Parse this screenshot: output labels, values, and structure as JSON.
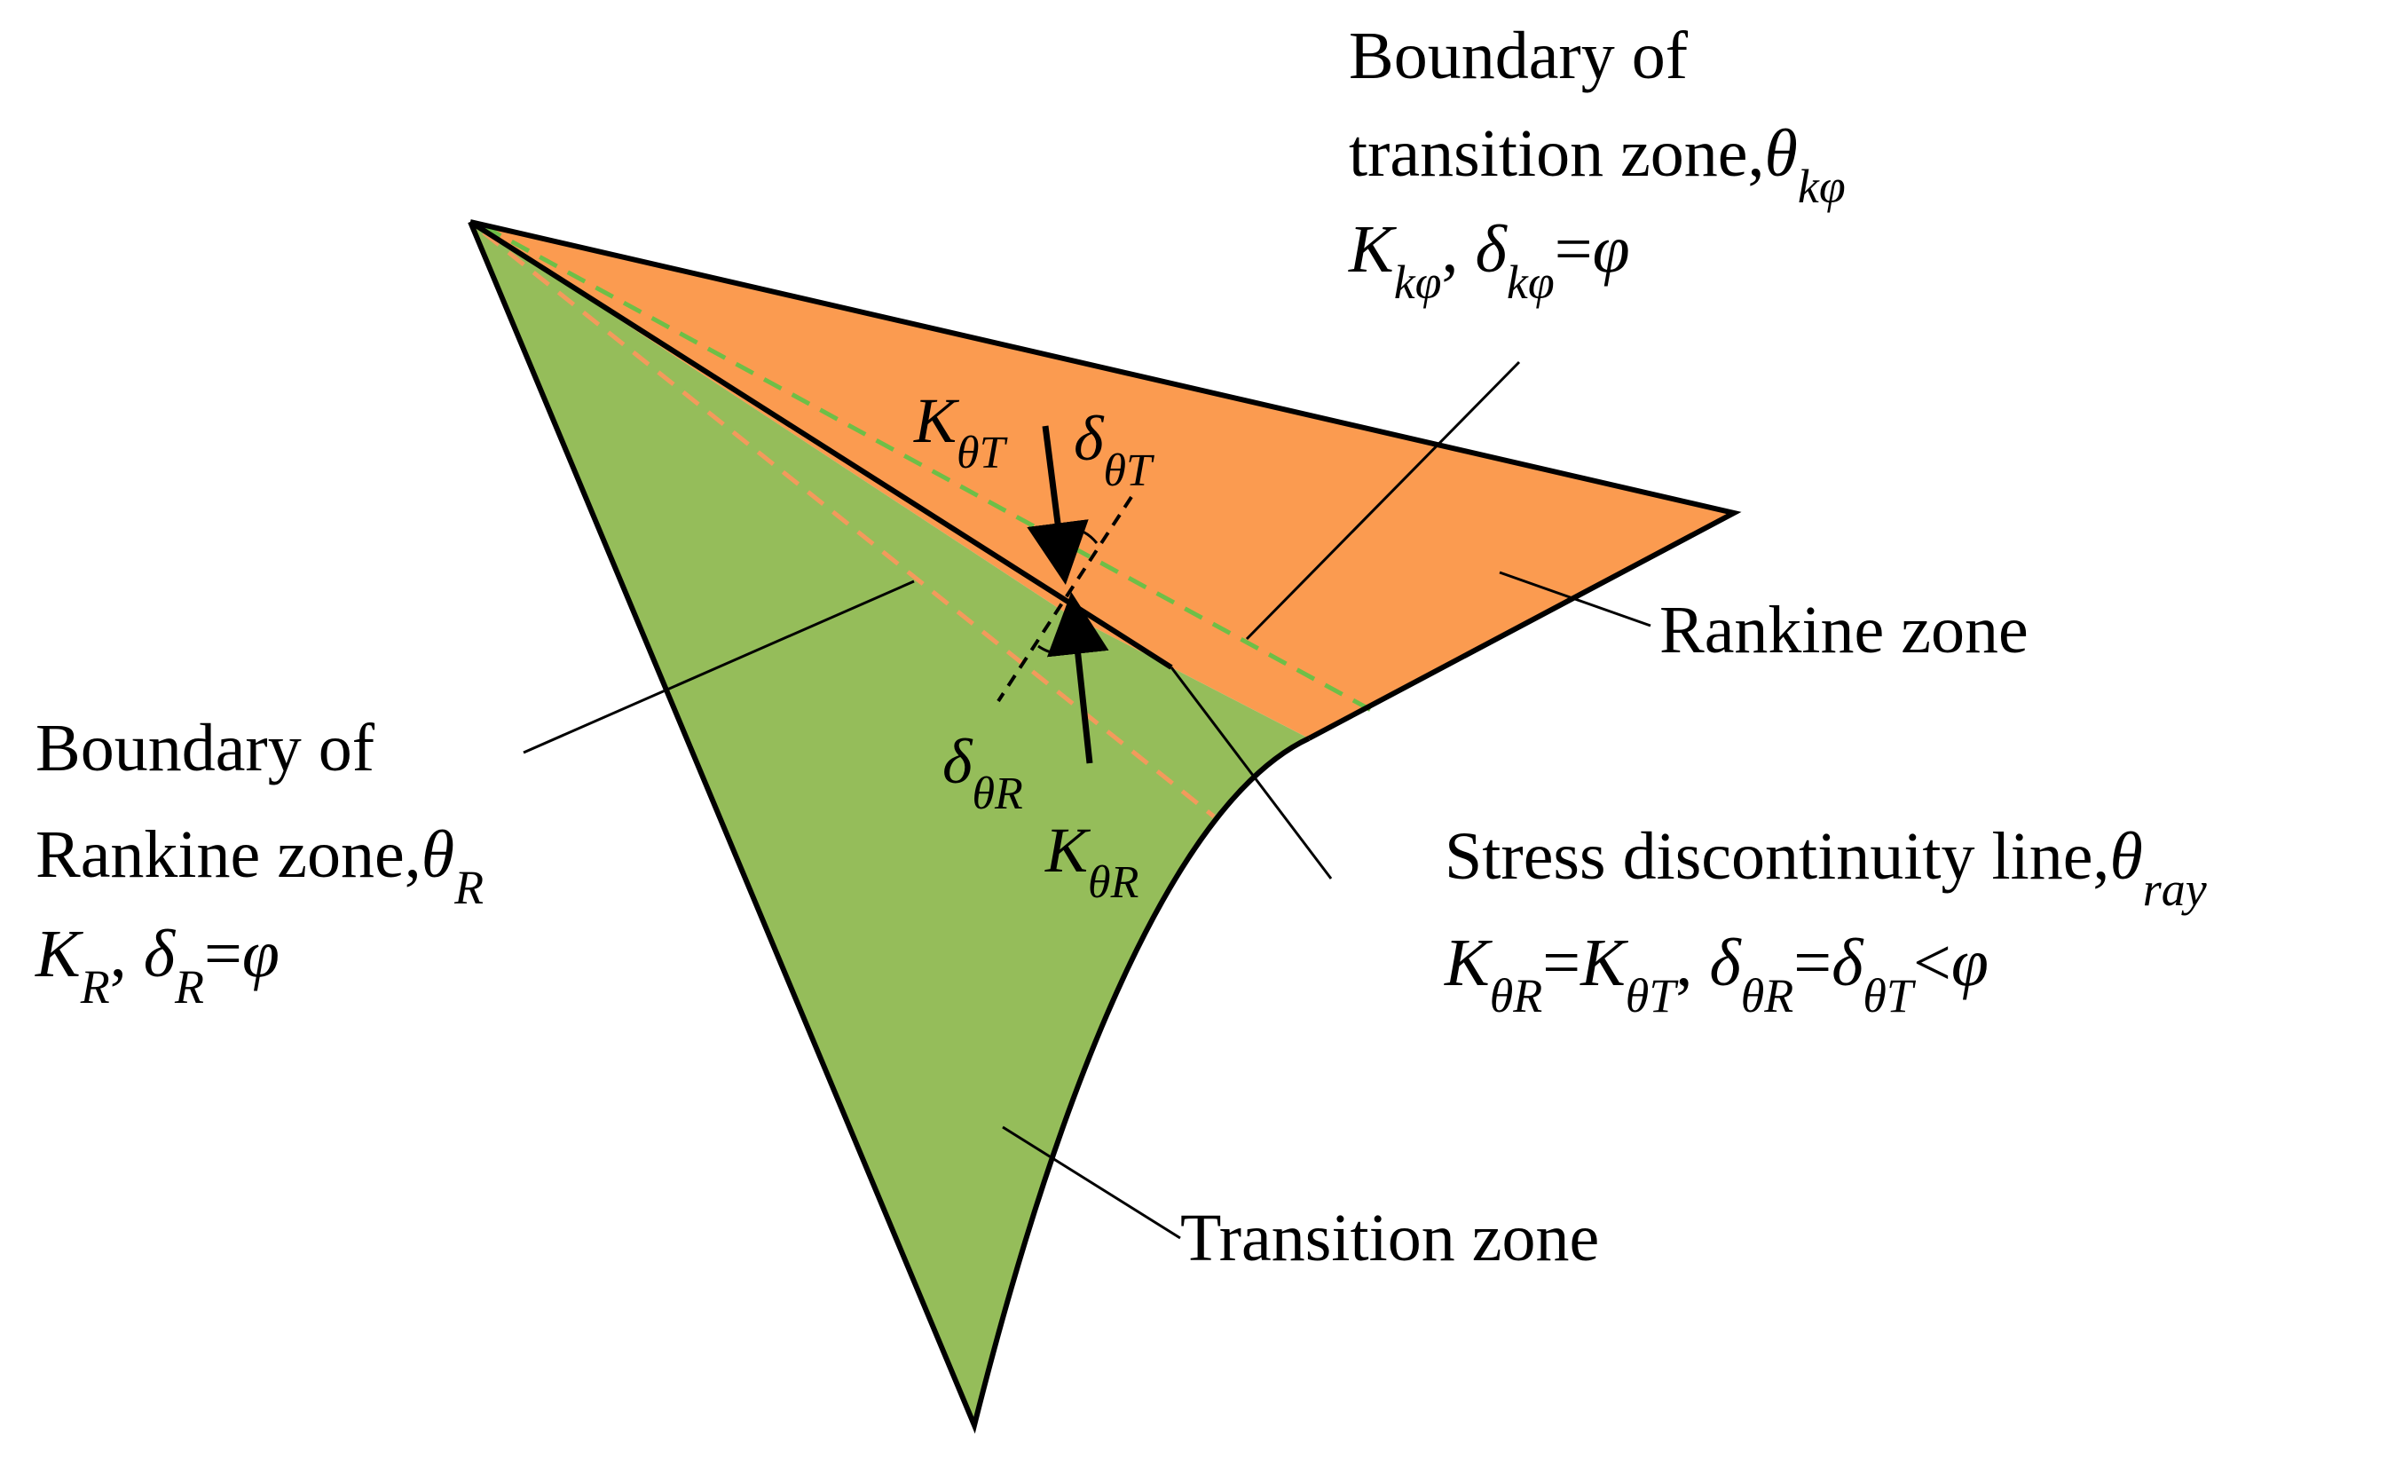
{
  "colors": {
    "rankine_zone": "#FB9B50",
    "transition_zone": "#95BD5A",
    "outline": "#000000",
    "dashed_green": "#6EBF47",
    "dashed_orange": "#F39A5C"
  },
  "labels": {
    "trans_boundary": {
      "line1": "Boundary of",
      "line2": "transition zone,",
      "theta": "θ",
      "theta_sub": "kφ",
      "K": "K",
      "K_sub": "kφ",
      "sep": ", ",
      "delta": "δ",
      "delta_sub": "kφ",
      "eq": "=",
      "phi": "φ"
    },
    "rankine_zone": "Rankine zone",
    "rankine_boundary": {
      "line1": "Boundary of",
      "line2": "Rankine zone,",
      "theta": "θ",
      "theta_sub": "R",
      "K": "K",
      "K_sub": "R",
      "sep": ", ",
      "delta": "δ",
      "delta_sub": "R",
      "eq": "=",
      "phi": "φ"
    },
    "discontinuity": {
      "line1": "Stress discontinuity line,",
      "theta": "θ",
      "theta_sub": "ray",
      "K1": "K",
      "K1_sub": "θR",
      "eq1": "=",
      "K2": "K",
      "K2_sub": "θT",
      "sep": ", ",
      "d1": "δ",
      "d1_sub": "θR",
      "eq2": "=",
      "d2": "δ",
      "d2_sub": "θT",
      "lt": "<",
      "phi": "φ"
    },
    "transition_zone": "Transition zone",
    "K_theta_T": {
      "main": "K",
      "sub": "θT"
    },
    "delta_theta_T": {
      "main": "δ",
      "sub": "θT"
    },
    "delta_theta_R": {
      "main": "δ",
      "sub": "θR"
    },
    "K_theta_R": {
      "main": "K",
      "sub": "θR"
    }
  }
}
